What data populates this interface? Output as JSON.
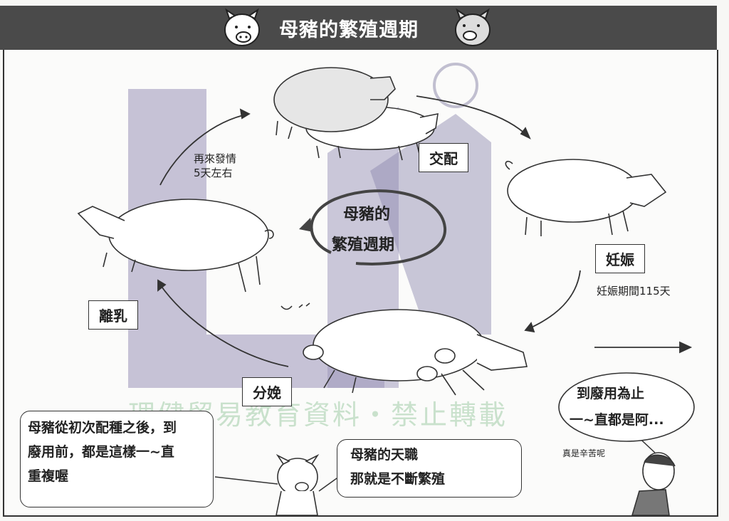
{
  "title": "母豬的繁殖週期",
  "center": {
    "line1": "母豬的",
    "line2": "繁殖週期"
  },
  "stages": {
    "mating": "交配",
    "pregnancy": "妊娠",
    "farrowing": "分娩",
    "weaning": "離乳"
  },
  "notes": {
    "estrus_line1": "再來發情",
    "estrus_line2": "5天左右",
    "gestation": "妊娠期間115天"
  },
  "bubbles": {
    "left_line1": "母豬從初次配種之後，到",
    "left_line2": "廢用前，都是這樣一~直",
    "left_line3": "重複喔",
    "mid_line1": "母豬的天職",
    "mid_line2": "那就是不斷繁殖",
    "right_line1": "到廢用為止",
    "right_line2": "一~直都是阿...",
    "aside": "真是辛苦呢"
  },
  "watermark": "理健貿易教育資料・禁止轉載"
}
